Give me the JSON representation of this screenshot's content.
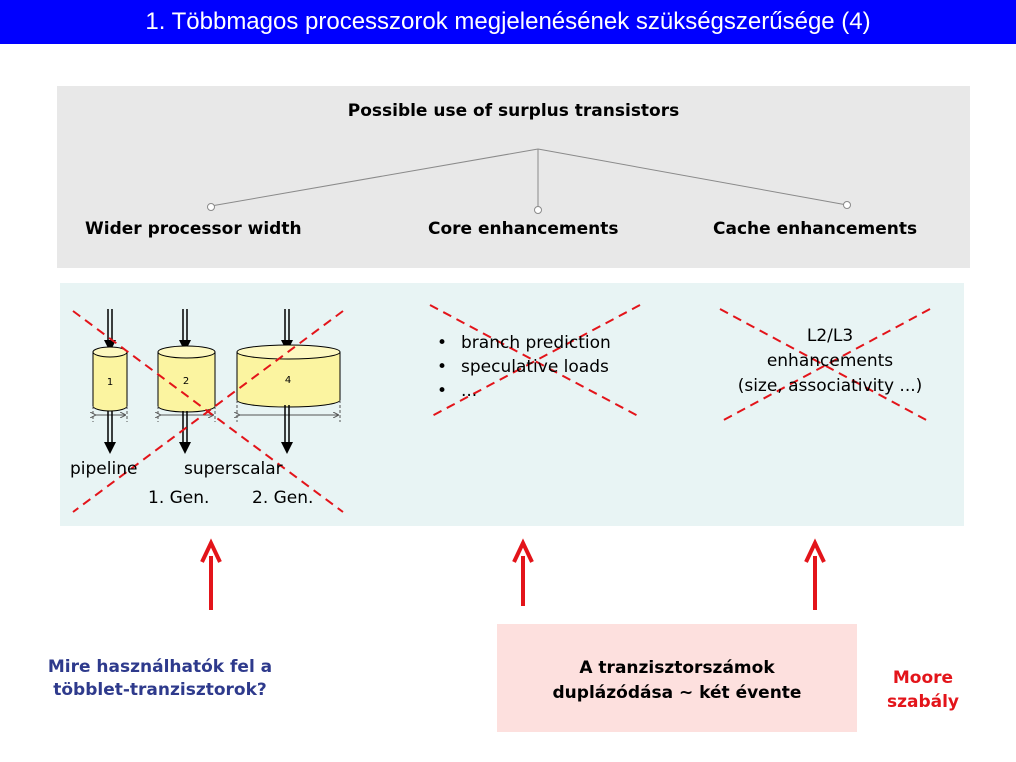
{
  "header": {
    "title": "1. Többmagos processzorok megjelenésének szükségszerűsége (4)"
  },
  "tree": {
    "root": "Possible use of surplus transistors",
    "branches": [
      "Wider processor width",
      "Core enhancements",
      "Cache enhancements"
    ]
  },
  "width_section": {
    "cylinders": [
      "1",
      "2",
      "4"
    ],
    "pipeline_label": "pipeline",
    "superscalar_label": "superscalar",
    "gen1_label": "1. Gen.",
    "gen2_label": "2. Gen."
  },
  "core_section": {
    "items": [
      "branch prediction",
      "speculative loads",
      "..."
    ]
  },
  "cache_section": {
    "lines": [
      "L2/L3",
      "enhancements",
      "(size, associativity ...)"
    ]
  },
  "footer": {
    "question_lines": [
      "Mire használhatók fel a",
      "többlet-tranzisztorok?"
    ],
    "moore_box_lines": [
      "A tranzisztorszámok",
      "duplázódása ~ két évente"
    ],
    "moore_label_lines": [
      "Moore",
      "szabály"
    ]
  },
  "colors": {
    "title_bar": "#0000ff",
    "cross": "#e3141a",
    "arrow": "#e3141a",
    "cylinder_fill": "#fbf4a0",
    "moore_text": "#e3141a",
    "question_text": "#2e3a8c"
  }
}
